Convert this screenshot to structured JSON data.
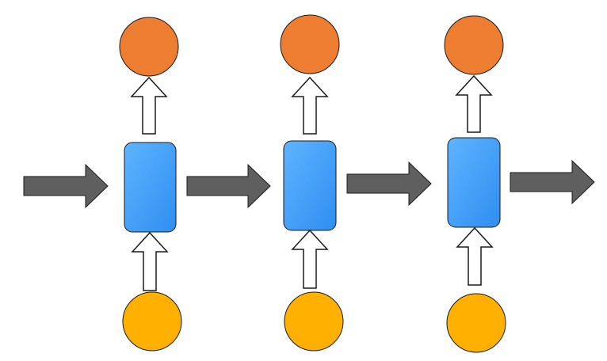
{
  "diagram": {
    "kind": "recurrent-chain",
    "cell_count": 3,
    "colors": {
      "background": "#ffffff",
      "output_node_fill": "#ED7D31",
      "input_node_fill": "#FFB000",
      "cell_fill_light": "#5FB4FF",
      "cell_fill_dark": "#2E8EF0",
      "horizontal_arrow_fill": "#5F5F5F",
      "vertical_arrow_fill": "#ffffff",
      "stroke": "#1a1a1a"
    },
    "icons": {
      "output_node": "circle",
      "input_node": "circle",
      "cell": "rounded-rectangle",
      "horizontal_arrow": "block-arrow-right",
      "vertical_arrow": "hollow-block-arrow-up"
    }
  }
}
